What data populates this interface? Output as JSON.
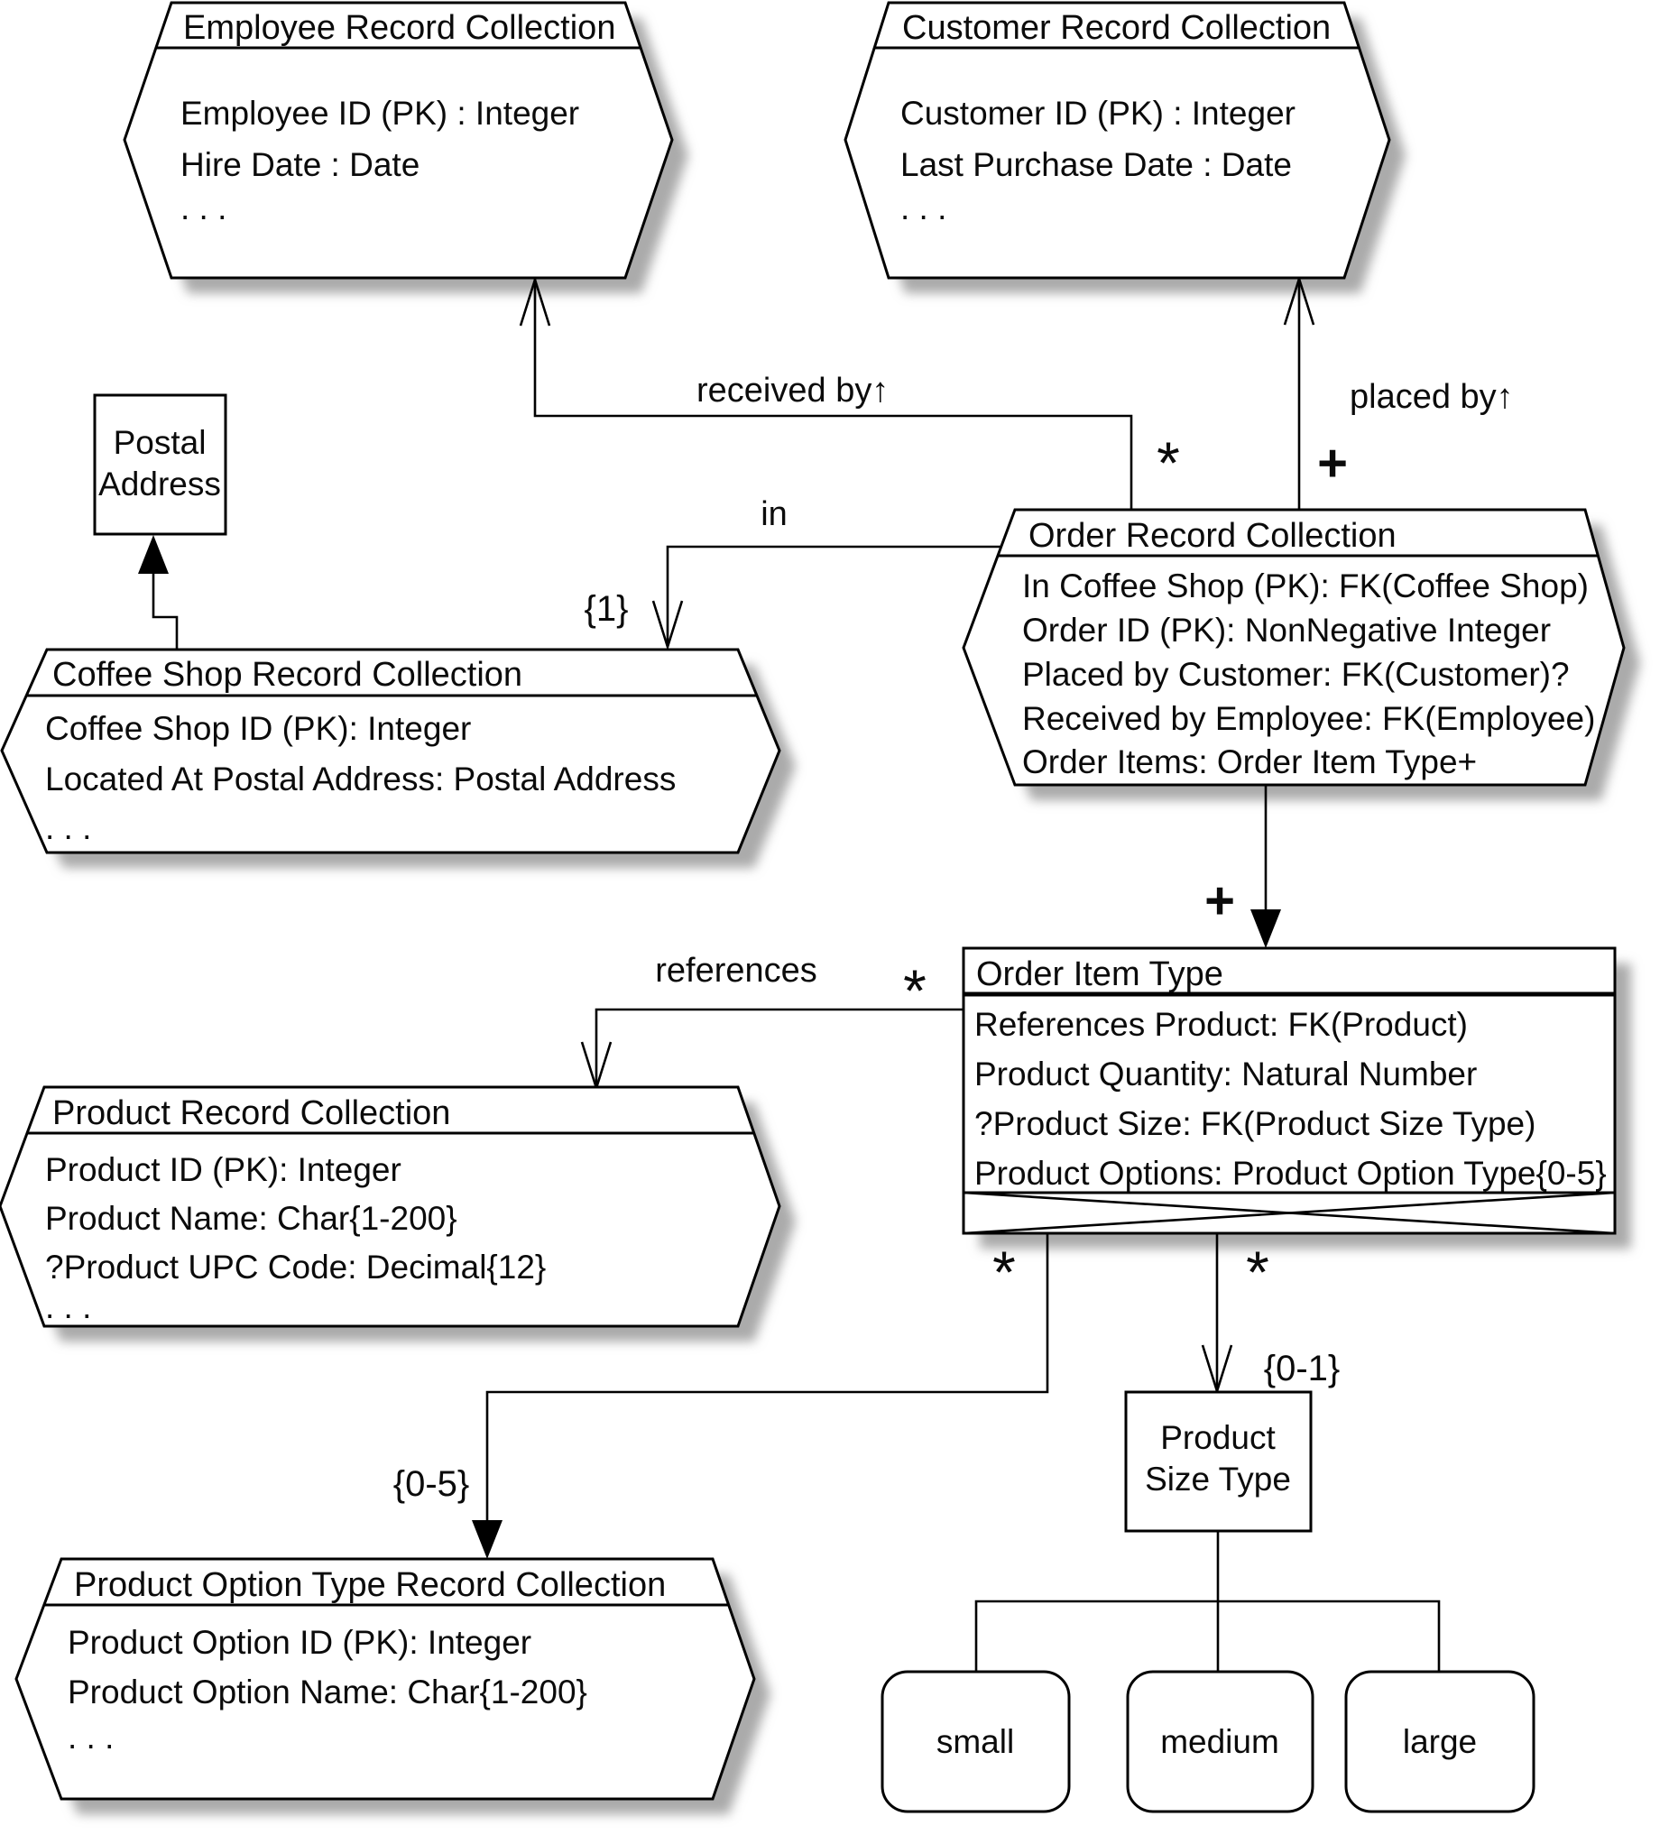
{
  "diagram": {
    "colors": {
      "background": "#ffffff",
      "stroke": "#000000",
      "shadow": "#9c9c9c"
    },
    "nodes": {
      "employee": {
        "title": "Employee Record Collection",
        "fields": [
          "Employee ID (PK) : Integer",
          "Hire Date : Date",
          ". . ."
        ]
      },
      "customer": {
        "title": "Customer Record Collection",
        "fields": [
          "Customer ID (PK) : Integer",
          "Last Purchase Date : Date",
          ". . ."
        ]
      },
      "postal_address": {
        "line1": "Postal",
        "line2": "Address"
      },
      "coffee_shop": {
        "title": "Coffee Shop Record Collection",
        "fields": [
          "Coffee Shop ID (PK): Integer",
          "Located At Postal Address: Postal Address",
          ". . ."
        ]
      },
      "order": {
        "title": "Order Record Collection",
        "fields": [
          "In Coffee Shop (PK): FK(Coffee Shop)",
          "Order ID (PK): NonNegative Integer",
          "Placed by Customer: FK(Customer)?",
          "Received by Employee: FK(Employee)",
          "Order Items: Order Item Type+"
        ]
      },
      "order_item": {
        "title": "Order Item Type",
        "fields": [
          "References Product: FK(Product)",
          "Product Quantity: Natural Number",
          "?Product Size: FK(Product Size Type)",
          "Product Options: Product Option Type{0-5}"
        ]
      },
      "product": {
        "title": "Product Record Collection",
        "fields": [
          "Product ID (PK): Integer",
          "Product Name: Char{1-200}",
          "?Product UPC Code: Decimal{12}",
          ". . ."
        ]
      },
      "product_option": {
        "title": "Product Option Type Record Collection",
        "fields": [
          "Product Option ID (PK): Integer",
          "Product Option Name: Char{1-200}",
          ". . ."
        ]
      },
      "product_size": {
        "line1": "Product",
        "line2": "Size Type"
      },
      "sizes": {
        "small": "small",
        "medium": "medium",
        "large": "large"
      }
    },
    "labels": {
      "received_by": "received by↑",
      "placed_by": "placed by↑",
      "in": "in",
      "references": "references",
      "one": "{1}",
      "zero_five": "{0-5}",
      "zero_one": "{0-1}",
      "star": "*",
      "plus": "+"
    }
  }
}
